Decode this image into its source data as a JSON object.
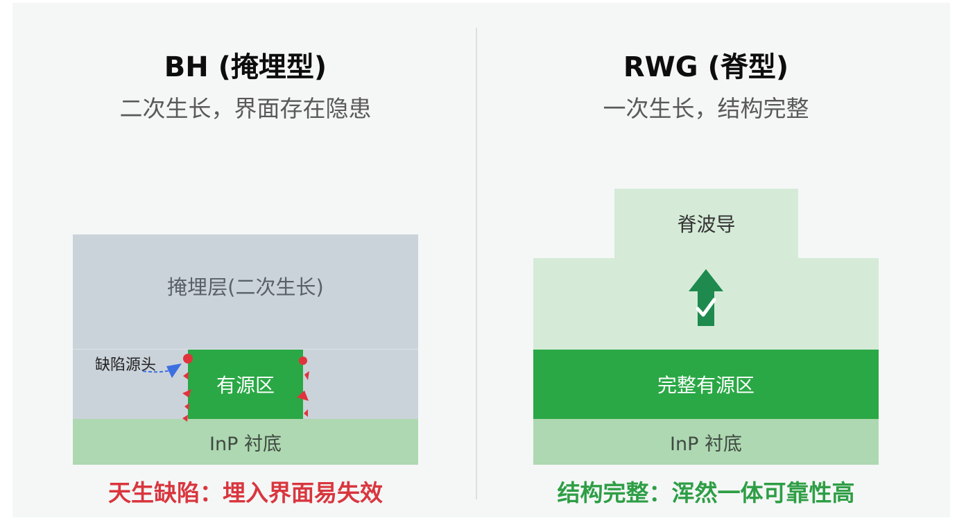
{
  "left": {
    "title": "BH (掩埋型)",
    "subtitle": "二次生长，界面存在隐患",
    "regrowth_label": "掩埋层(二次生长)",
    "defect_label": "缺陷源头",
    "active_label": "有源区",
    "substrate_label": "InP 衬底",
    "conclusion": "天生缺陷：埋入界面易失效",
    "conclusion_color": "#d9363e"
  },
  "right": {
    "title": "RWG (脊型)",
    "subtitle": "一次生长，结构完整",
    "ridge_label": "脊波导",
    "active_label": "完整有源区",
    "substrate_label": "InP 衬底",
    "conclusion": "结构完整：浑然一体可靠性高",
    "conclusion_color": "#2e9e45"
  },
  "colors": {
    "regrowth": "#cbd3da",
    "active": "#2aa845",
    "substrate": "#aed8b1",
    "ridge_light": "#d5ebd8",
    "defect": "#e0343c",
    "pointer": "#3c6fe0",
    "arrow": "#1e8a4e"
  },
  "icons": {
    "defect_marker": "red-dot-triangle-icon",
    "pointer": "blue-arrow-pointer-icon",
    "growth_arrow": "up-arrow-check-icon"
  }
}
